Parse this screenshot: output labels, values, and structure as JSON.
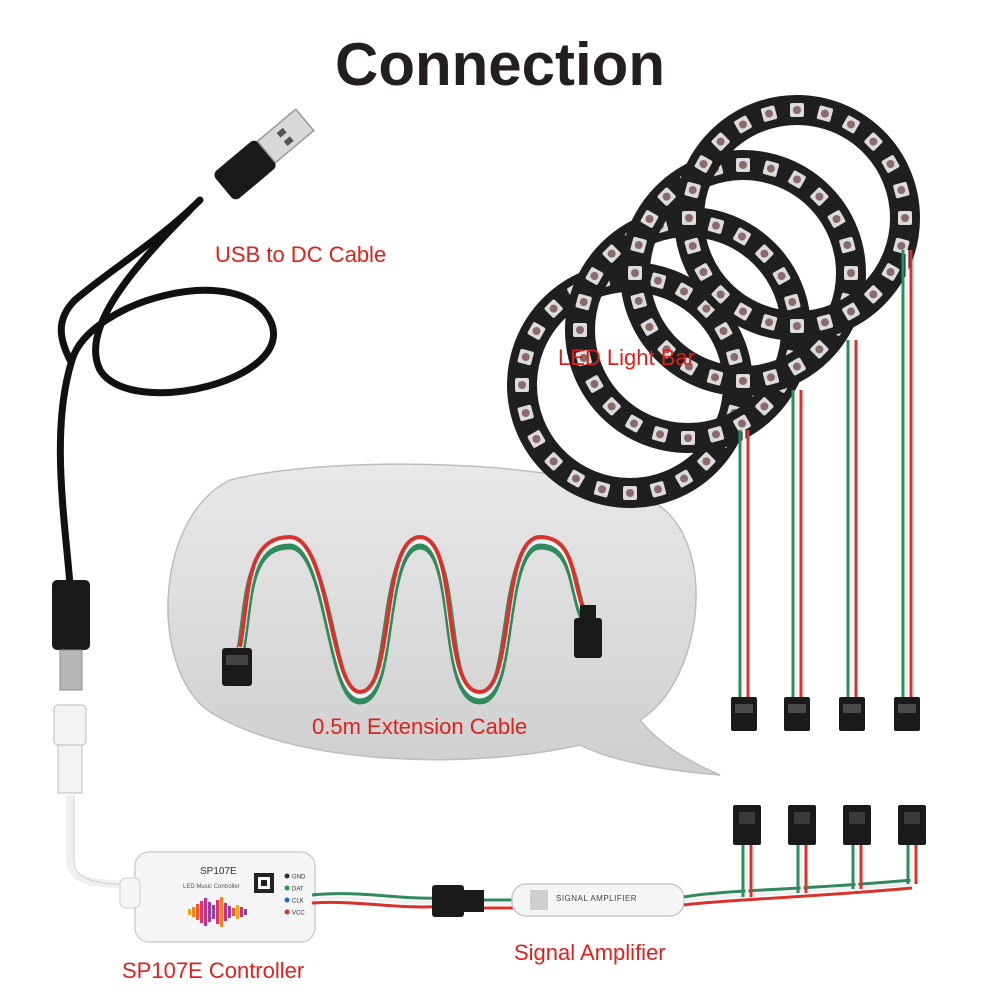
{
  "title": "Connection",
  "colors": {
    "label": "#e0201b",
    "title": "#231f20",
    "bubble": "#d9d9d9",
    "wire_red": "#d9312b",
    "wire_green": "#2f8a5d",
    "wire_white": "#f2f2f2",
    "ring": "#1f1f1f",
    "led": "#8a6a6a"
  },
  "components": {
    "usb_cable": {
      "label": "USB to DC Cable",
      "icon": "usb-plug-icon"
    },
    "led_bar": {
      "label": "LED Light Bar",
      "count": 4
    },
    "extension_cable": {
      "label": "0.5m Extension Cable"
    },
    "controller": {
      "label": "SP107E Controller",
      "name": "SP107E",
      "subtitle": "LED Music Controller",
      "pins": [
        "GND",
        "DAT",
        "CLK",
        "VCC"
      ]
    },
    "amplifier": {
      "label": "Signal Amplifier",
      "text": "SIGNAL AMPLIFIER"
    }
  }
}
